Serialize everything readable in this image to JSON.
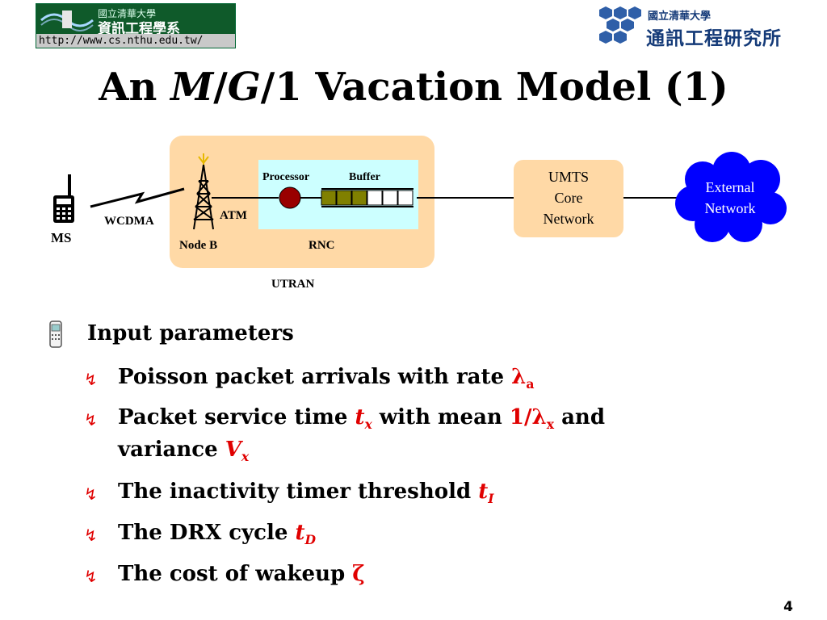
{
  "header": {
    "left_logo_text": "國立清華大學",
    "left_logo_dept": "資訊工程學系",
    "left_logo_url": "http://www.cs.nthu.edu.tw/",
    "right_logo_univ": "國立清華大學",
    "right_logo_inst": "通訊工程研究所"
  },
  "title": {
    "pre": "An ",
    "m": "M",
    "slash1": "/",
    "g": "G",
    "slash2": "/",
    "post": "1 Vacation Model (1)"
  },
  "diagram": {
    "ms": "MS",
    "wcdma": "WCDMA",
    "atm": "ATM",
    "node_b": "Node B",
    "processor": "Processor",
    "buffer": "Buffer",
    "rnc": "RNC",
    "utran": "UTRAN",
    "umts": [
      "UMTS",
      "Core",
      "Network"
    ],
    "external": [
      "External",
      "Network"
    ],
    "colors": {
      "utran_box": "#ffd9a6",
      "rnc_box": "#ccffff",
      "processor": "#990000",
      "buffer_filled": "#808000",
      "cloud": "#0000ff"
    },
    "icons": [
      "mobile-phone-icon",
      "lightning-icon",
      "antenna-tower-icon",
      "cloud-icon"
    ]
  },
  "bullets": {
    "main": "Input parameters",
    "items": [
      {
        "text": "Poisson packet arrivals with rate ",
        "sym": "λ",
        "sub": "a"
      },
      {
        "text1": "Packet service time ",
        "sym1": "t",
        "sub1": "x",
        "text2": " with mean ",
        "sym2": "1/λ",
        "sub2": "x",
        "text3": " and",
        "line2": "variance ",
        "sym3": "V",
        "sub3": "x"
      },
      {
        "text": "The inactivity timer threshold ",
        "sym": "t",
        "sub": "I"
      },
      {
        "text": "The DRX cycle ",
        "sym": "t",
        "sub": "D"
      },
      {
        "text": "The cost of wakeup ",
        "sym": "ζ"
      }
    ]
  },
  "page_number": "4"
}
